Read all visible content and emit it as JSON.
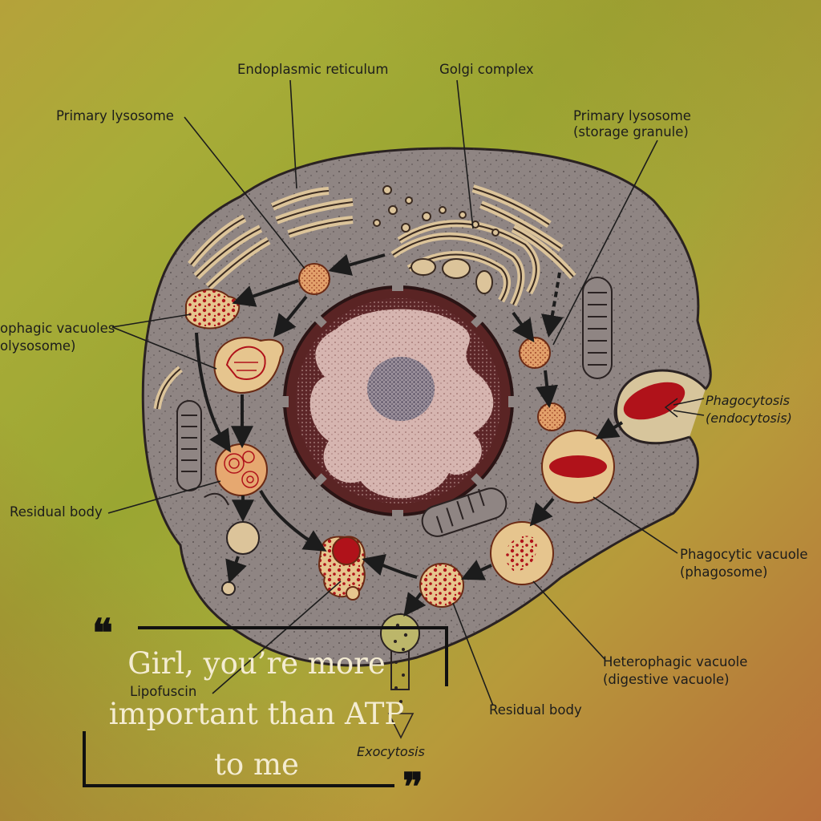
{
  "labels": {
    "endoplasmic_reticulum": "Endoplasmic reticulum",
    "golgi_complex": "Golgi complex",
    "primary_lysosome": "Primary lysosome",
    "primary_lysosome_storage_1": "Primary lysosome",
    "primary_lysosome_storage_2": "(storage granule)",
    "autophagic_1": "ophagic vacuoles",
    "autophagic_2": "olysosome)",
    "phagocytosis_1": "Phagocytosis",
    "phagocytosis_2": "(endocytosis)",
    "residual_body_left": "Residual body",
    "phagocytic_vacuole_1": "Phagocytic vacuole",
    "phagocytic_vacuole_2": "(phagosome)",
    "heterophagic_1": "Heterophagic vacuole",
    "heterophagic_2": "(digestive vacuole)",
    "residual_body_bottom": "Residual body",
    "lipofuscin": "Lipofuscin",
    "exocytosis": "Exocytosis"
  },
  "quote": {
    "open_mark": "❝",
    "close_mark": "❞",
    "line1": "Girl, you’re more",
    "line2": "important than ATP",
    "line3": "to me"
  },
  "colors": {
    "cell_fill": "#8f8583",
    "nucleus_fill": "#d9b9b5",
    "chromatin": "#5a2424",
    "lysosome_red": "#b0121a",
    "organelle_tan": "#dcc49a",
    "quote_text": "#f4ecd2"
  }
}
